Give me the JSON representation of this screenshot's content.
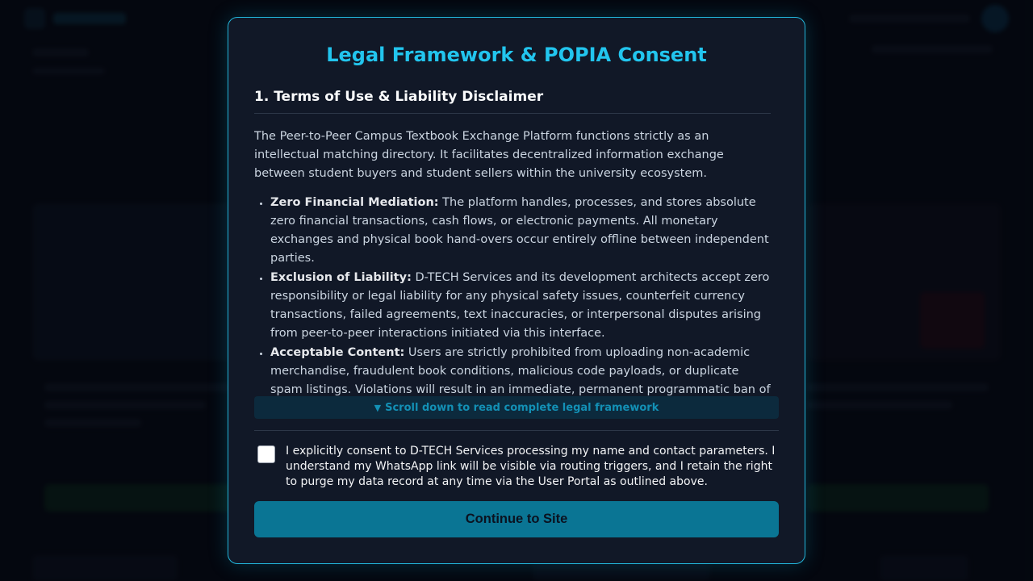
{
  "modal": {
    "title": "Legal Framework & POPIA Consent",
    "section_heading": "1. Terms of Use & Liability Disclaimer",
    "intro": "The Peer-to-Peer Campus Textbook Exchange Platform functions strictly as an intellectual matching directory. It facilitates decentralized information exchange between student buyers and student sellers within the university ecosystem.",
    "terms": [
      {
        "label": "Zero Financial Mediation:",
        "text": " The platform handles, processes, and stores absolute zero financial transactions, cash flows, or electronic payments. All monetary exchanges and physical book hand-overs occur entirely offline between independent parties."
      },
      {
        "label": "Exclusion of Liability:",
        "text": " D-TECH Services and its development architects accept zero responsibility or legal liability for any physical safety issues, counterfeit currency transactions, failed agreements, text inaccuracies, or interpersonal disputes arising from peer-to-peer interactions initiated via this interface."
      },
      {
        "label": "Acceptable Content:",
        "text": " Users are strictly prohibited from uploading non-academic merchandise, fraudulent book conditions, malicious code payloads, or duplicate spam listings. Violations will result in an immediate, permanent programmatic ban of"
      }
    ],
    "scroll_hint_arrow": "▼",
    "scroll_hint": "Scroll down to read complete legal framework",
    "consent_text": "I explicitly consent to D-TECH Services processing my name and contact parameters. I understand my WhatsApp link will be visible via routing triggers, and I retain the right to purge my data record at any time via the User Portal as outlined above.",
    "consent_checked": false,
    "continue_label": "Continue to Site"
  },
  "colors": {
    "accent": "#22c5ee",
    "modal_bg": "#111827",
    "button_bg": "#0a7594",
    "page_bg": "#060a12"
  }
}
